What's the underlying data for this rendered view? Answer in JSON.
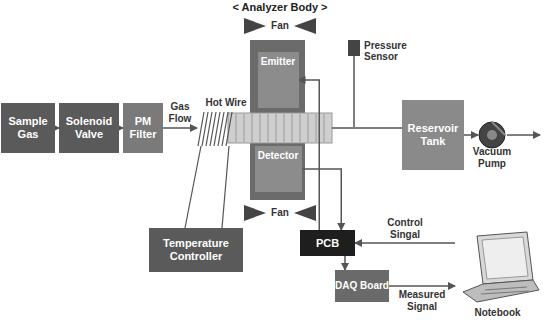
{
  "diagram": {
    "title": "< Analyzer Body >",
    "nodes": [
      {
        "text": [
          "Sample Gas"
        ]
      },
      {
        "text": [
          "Solenoid Valve"
        ]
      },
      {
        "text": [
          "PM Filter"
        ]
      },
      {
        "text": [
          "Emitter"
        ]
      },
      {
        "text": [
          "Detector"
        ]
      },
      {
        "text": [
          "Pressure Sensor"
        ]
      },
      {
        "text": [
          "Reservoir Tank"
        ]
      },
      {
        "text": [
          "Vacuum Pump"
        ]
      },
      {
        "text": [
          "Temperature Controller"
        ]
      },
      {
        "text": [
          "PCB"
        ]
      },
      {
        "text": [
          "DAQ Board"
        ]
      },
      {
        "text": [
          "Notebook"
        ]
      }
    ],
    "edges": [
      {
        "from": 0,
        "to": 1,
        "arrow": "to"
      },
      {
        "from": 1,
        "to": 2,
        "arrow": "to"
      },
      {
        "from": 6,
        "to": 7,
        "arrow": "to"
      },
      {
        "from": 4,
        "to": 9,
        "arrow": "to"
      },
      {
        "from": 9,
        "to": 3,
        "arrow": "to"
      },
      {
        "from": 9,
        "to": 10,
        "arrow": "to"
      },
      {
        "from": 11,
        "to": 9,
        "label": "Control Singal",
        "arrow": "to"
      },
      {
        "from": 10,
        "to": 11,
        "label": "Measured Signal",
        "arrow": "to"
      }
    ],
    "labels": [
      "Fan",
      "Fan",
      "Hot Wire",
      "Gas Flow"
    ]
  }
}
